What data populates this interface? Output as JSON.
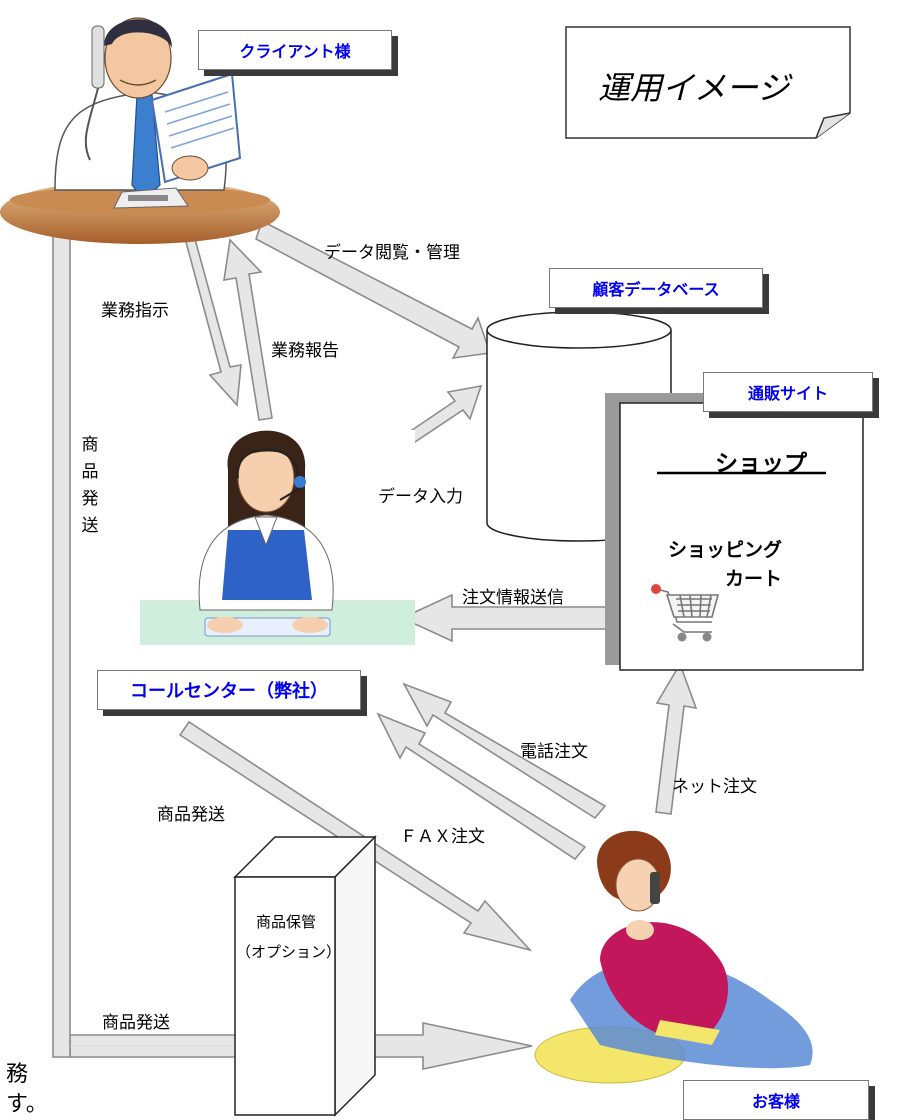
{
  "nodes": {
    "client": "クライアント様",
    "database": "顧客データベース",
    "site": "通販サイト",
    "callcenter": "コールセンター（弊社）",
    "customer": "お客様",
    "warehouse": "商品保管\n（オプション）"
  },
  "title_note": "運用イメージ",
  "shop": {
    "title": "ショップ",
    "cart": "ショッピング\nカート"
  },
  "edges": {
    "data_view": "データ閲覧・管理",
    "instruct": "業務指示",
    "report": "業務報告",
    "data_input": "データ入力",
    "order_info": "注文情報送信",
    "phone_order": "電話注文",
    "net_order": "ネット注文",
    "fax_order": "ＦＡＸ注文",
    "ship_left": "商品発送",
    "ship_mid": "商品発送",
    "ship_bottom": "商品発送"
  },
  "partial_text": "務\nす。",
  "colors": {
    "tag_text": "#0000ee",
    "arrow_fill": "#e6e6e6",
    "arrow_stroke": "#8c8c8c"
  },
  "icons": [
    "businessman-phone-icon",
    "operator-headset-icon",
    "woman-phone-icon",
    "shopping-cart-icon",
    "database-cylinder-icon"
  ]
}
